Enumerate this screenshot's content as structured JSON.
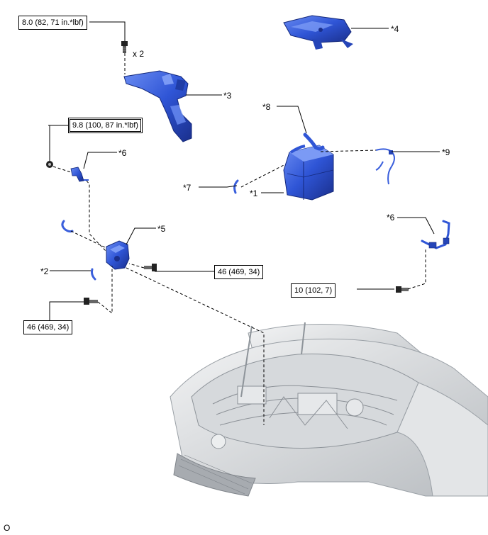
{
  "torque_specs": {
    "bracket_bolt": "8.0 (82, 71 in.*lbf)",
    "ground_nut": "9.8 (100, 87 in.*lbf)",
    "washer_bolt_right": "46 (469, 34)",
    "washer_bolt_left": "46 (469, 34)",
    "harness_bolt": "10 (102, 7)"
  },
  "quantity_note": "x 2",
  "callouts": {
    "c1": "*1",
    "c2": "*2",
    "c3": "*3",
    "c4": "*4",
    "c5": "*5",
    "c6a": "*6",
    "c6b": "*6",
    "c7": "*7",
    "c8": "*8",
    "c9": "*9"
  },
  "footer_code": "O",
  "colors": {
    "part_blue": "#2f55d6",
    "part_blue_dark": "#1a33a0",
    "part_blue_light": "#5f85f0",
    "engine_gray": "#c9cccf",
    "line": "#000000"
  }
}
